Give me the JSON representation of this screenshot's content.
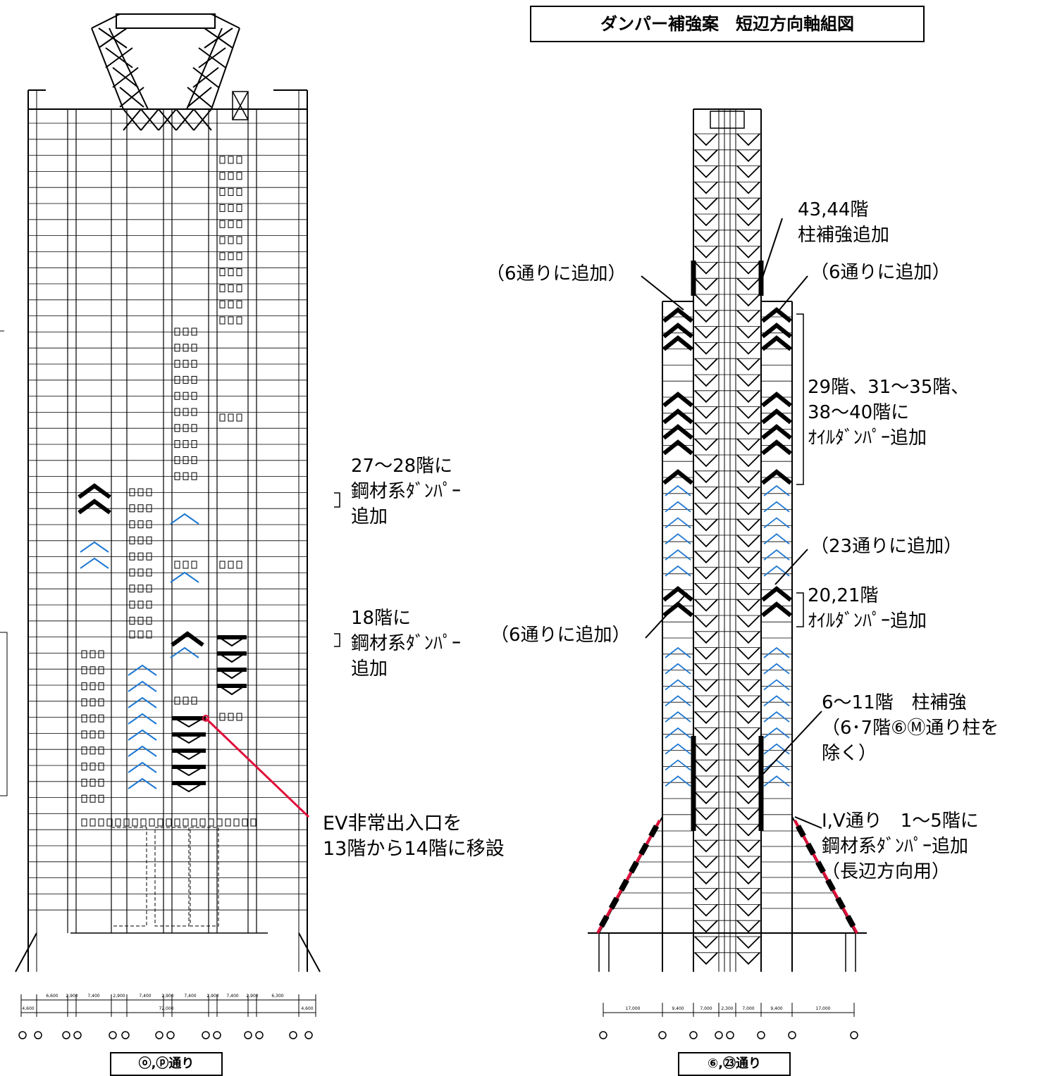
{
  "title": "ダンパー補強案　短辺方向軸組図",
  "left_elevation": {
    "caption": "ⓞ,ⓟ通り",
    "axis_dimensions_row1": [
      "6,600",
      "2,900",
      "7,400",
      "2,900",
      "7,400",
      "2,900",
      "7,400",
      "2,900",
      "7,400",
      "2,900",
      "6,300"
    ],
    "axis_dimensions_row2": [
      "4,600",
      "72,000",
      "4,600"
    ],
    "annotations": {
      "steel_damper_27_28": "27〜28階に\n鋼材系ﾀﾞﾝﾊﾟｰ\n追加",
      "steel_damper_18": "18階に\n鋼材系ﾀﾞﾝﾊﾟｰ\n追加",
      "ev_relocation": "EV非常出入口を\n13階から14階に移設"
    }
  },
  "right_elevation": {
    "caption": "⑥,㉓通り",
    "axis_dimensions": [
      "17,000",
      "9,400",
      "7,000",
      "2,300",
      "7,000",
      "9,400",
      "17,000"
    ],
    "annotations": {
      "column_reinforce_43_44": "43,44階\n柱補強追加",
      "add_line6_left_top": "（6通りに追加）",
      "add_line6_right_top": "（6通りに追加）",
      "oil_damper_29_40": "29階、31〜35階、\n38〜40階に\nｵｲﾙﾀﾞﾝﾊﾟｰ追加",
      "add_line23": "（23通りに追加）",
      "oil_damper_20_21": "20,21階\nｵｲﾙﾀﾞﾝﾊﾟｰ追加",
      "add_line6_left_mid": "（6通りに追加）",
      "column_reinforce_6_11": "6〜11階　柱補強\n（6･7階⑥Ⓜ通り柱を\n除く）",
      "steel_damper_base": "Ⅰ,Ⅴ通り　1〜5階に\n鋼材系ﾀﾞﾝﾊﾟｰ追加\n（長辺方向用）"
    }
  },
  "colors": {
    "line": "#000000",
    "existing_brace": "#1e78d2",
    "added_element": "#000000",
    "leader_red": "#e0103a",
    "highlight_red": "#e0103a"
  }
}
